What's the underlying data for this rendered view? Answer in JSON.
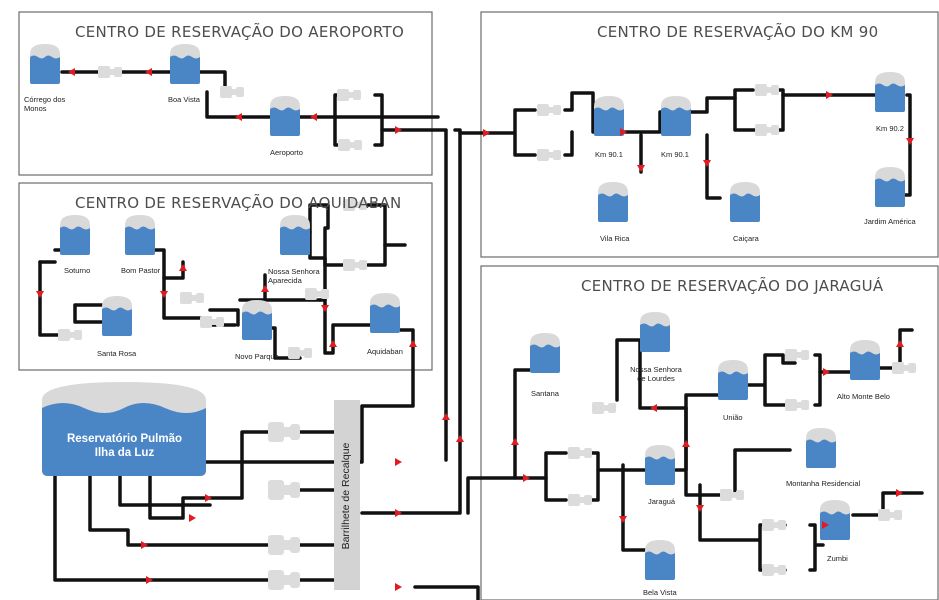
{
  "regions": {
    "aeroporto": {
      "title": "CENTRO DE RESERVAÇÃO DO AEROPORTO"
    },
    "aquidaban": {
      "title": "CENTRO DE RESERVAÇÃO DO AQUIDABAN"
    },
    "km90": {
      "title": "CENTRO DE RESERVAÇÃO DO KM 90"
    },
    "jaragua": {
      "title": "CENTRO DE RESERVAÇÃO DO JARAGUÁ"
    }
  },
  "main_reservoir": {
    "line1": "Reservatório Pulmão",
    "line2": "Ilha da Luz"
  },
  "barrilhete": "Barrilhete de Recalque",
  "reservoirs": {
    "corrego": {
      "line1": "Córrego dos",
      "line2": "Monos"
    },
    "boa_vista": "Boa Vista",
    "aeroporto": "Aeroporto",
    "soturno": "Soturno",
    "bom_pastor": "Bom Pastor",
    "santa_rosa": "Santa Rosa",
    "novo_parque": "Novo Parque",
    "nossa_senhora_aparecida": {
      "line1": "Nossa Senhora",
      "line2": "Aparecida"
    },
    "aquidaban": "Aquidaban",
    "km_90_1_a": "Km 90.1",
    "km_90_1_b": "Km 90.1",
    "vila_rica": "Vila Rica",
    "caicara": "Caiçara",
    "km_90_2": "Km 90.2",
    "jardim_america": "Jardim América",
    "santana": "Santana",
    "nossa_senhora_lourdes": {
      "line1": "Nossa Senhora",
      "line2": "de Lourdes"
    },
    "uniao": "União",
    "alto_monte_belo": "Alto Monte Belo",
    "montanha_residencial": "Montanha Residencial",
    "jaragua": "Jaraguá",
    "zumbi": "Zumbi",
    "bela_vista": "Bela Vista"
  },
  "colors": {
    "water": "#4a86c6",
    "tank_top": "#d9d9d9",
    "pipe": "#111111",
    "arrow": "#e21b23",
    "pump": "#dcdcdc",
    "frame": "#6b6b6b"
  }
}
